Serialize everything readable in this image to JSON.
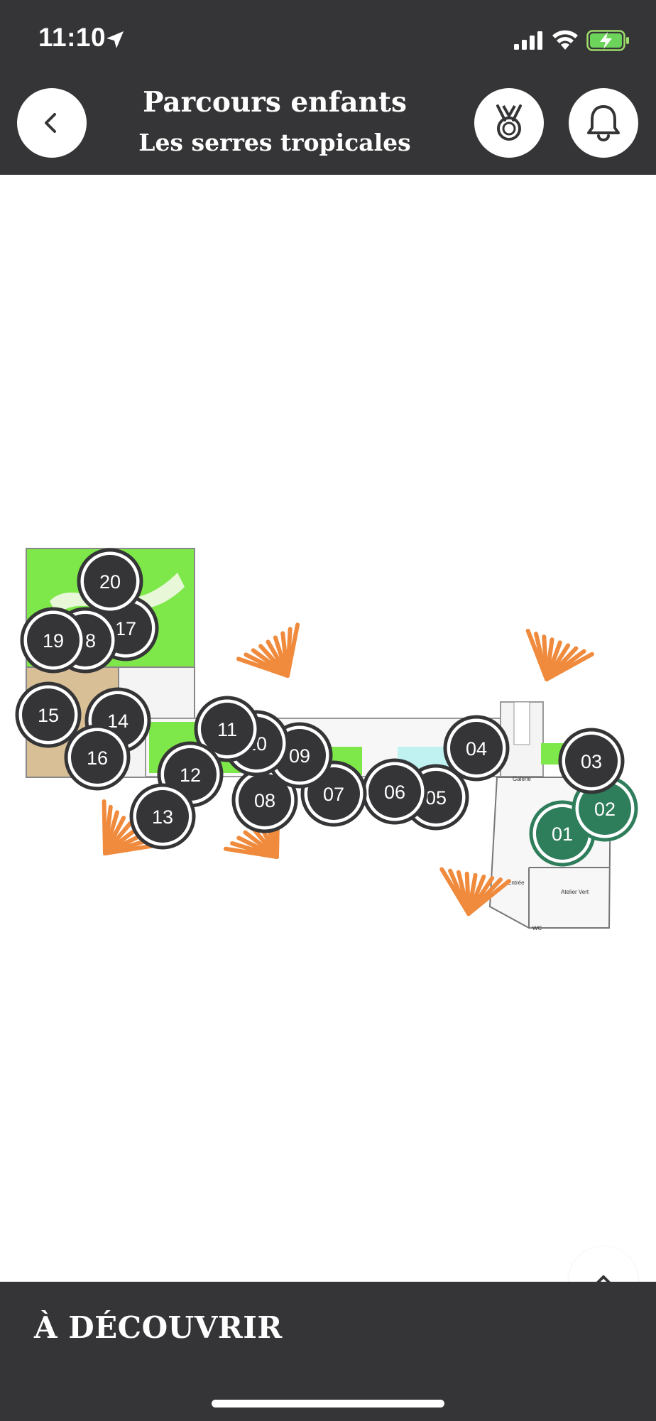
{
  "status_bar": {
    "time": "11:10",
    "icons": [
      "location-arrow-icon",
      "cellular-signal-icon",
      "wifi-icon",
      "battery-charging-icon"
    ]
  },
  "header": {
    "title": "Parcours enfants",
    "subtitle": "Les serres tropicales",
    "buttons": [
      "back-icon",
      "medal-icon",
      "bell-icon"
    ]
  },
  "map": {
    "markers": [
      {
        "label": "01",
        "active": true
      },
      {
        "label": "02",
        "active": true
      },
      {
        "label": "03",
        "active": false
      },
      {
        "label": "04",
        "active": false
      },
      {
        "label": "05",
        "active": false
      },
      {
        "label": "06",
        "active": false
      },
      {
        "label": "07",
        "active": false
      },
      {
        "label": "08",
        "active": false
      },
      {
        "label": "09",
        "active": false
      },
      {
        "label": "10",
        "active": false
      },
      {
        "label": "11",
        "active": false
      },
      {
        "label": "12",
        "active": false
      },
      {
        "label": "13",
        "active": false
      },
      {
        "label": "14",
        "active": false
      },
      {
        "label": "15",
        "active": false
      },
      {
        "label": "16",
        "active": false
      },
      {
        "label": "17",
        "active": false
      },
      {
        "label": "18",
        "active": false
      },
      {
        "label": "19",
        "active": false
      },
      {
        "label": "20",
        "active": false
      }
    ],
    "room_labels": {
      "galerie": "Galerie",
      "entree": "Entrée",
      "atelier": "Atelier Vert",
      "wc": "WC"
    },
    "colors": {
      "marker_default": "#353537",
      "marker_active": "#2e7d5b",
      "garden_green": "#7ee84a",
      "sand": "#d8bf96",
      "leaf_orange": "#f08a3c",
      "water": "#bff2f0"
    }
  },
  "bottom_panel": {
    "title": "À DÉCOUVRIR",
    "expand_icon": "chevron-up-icon"
  }
}
